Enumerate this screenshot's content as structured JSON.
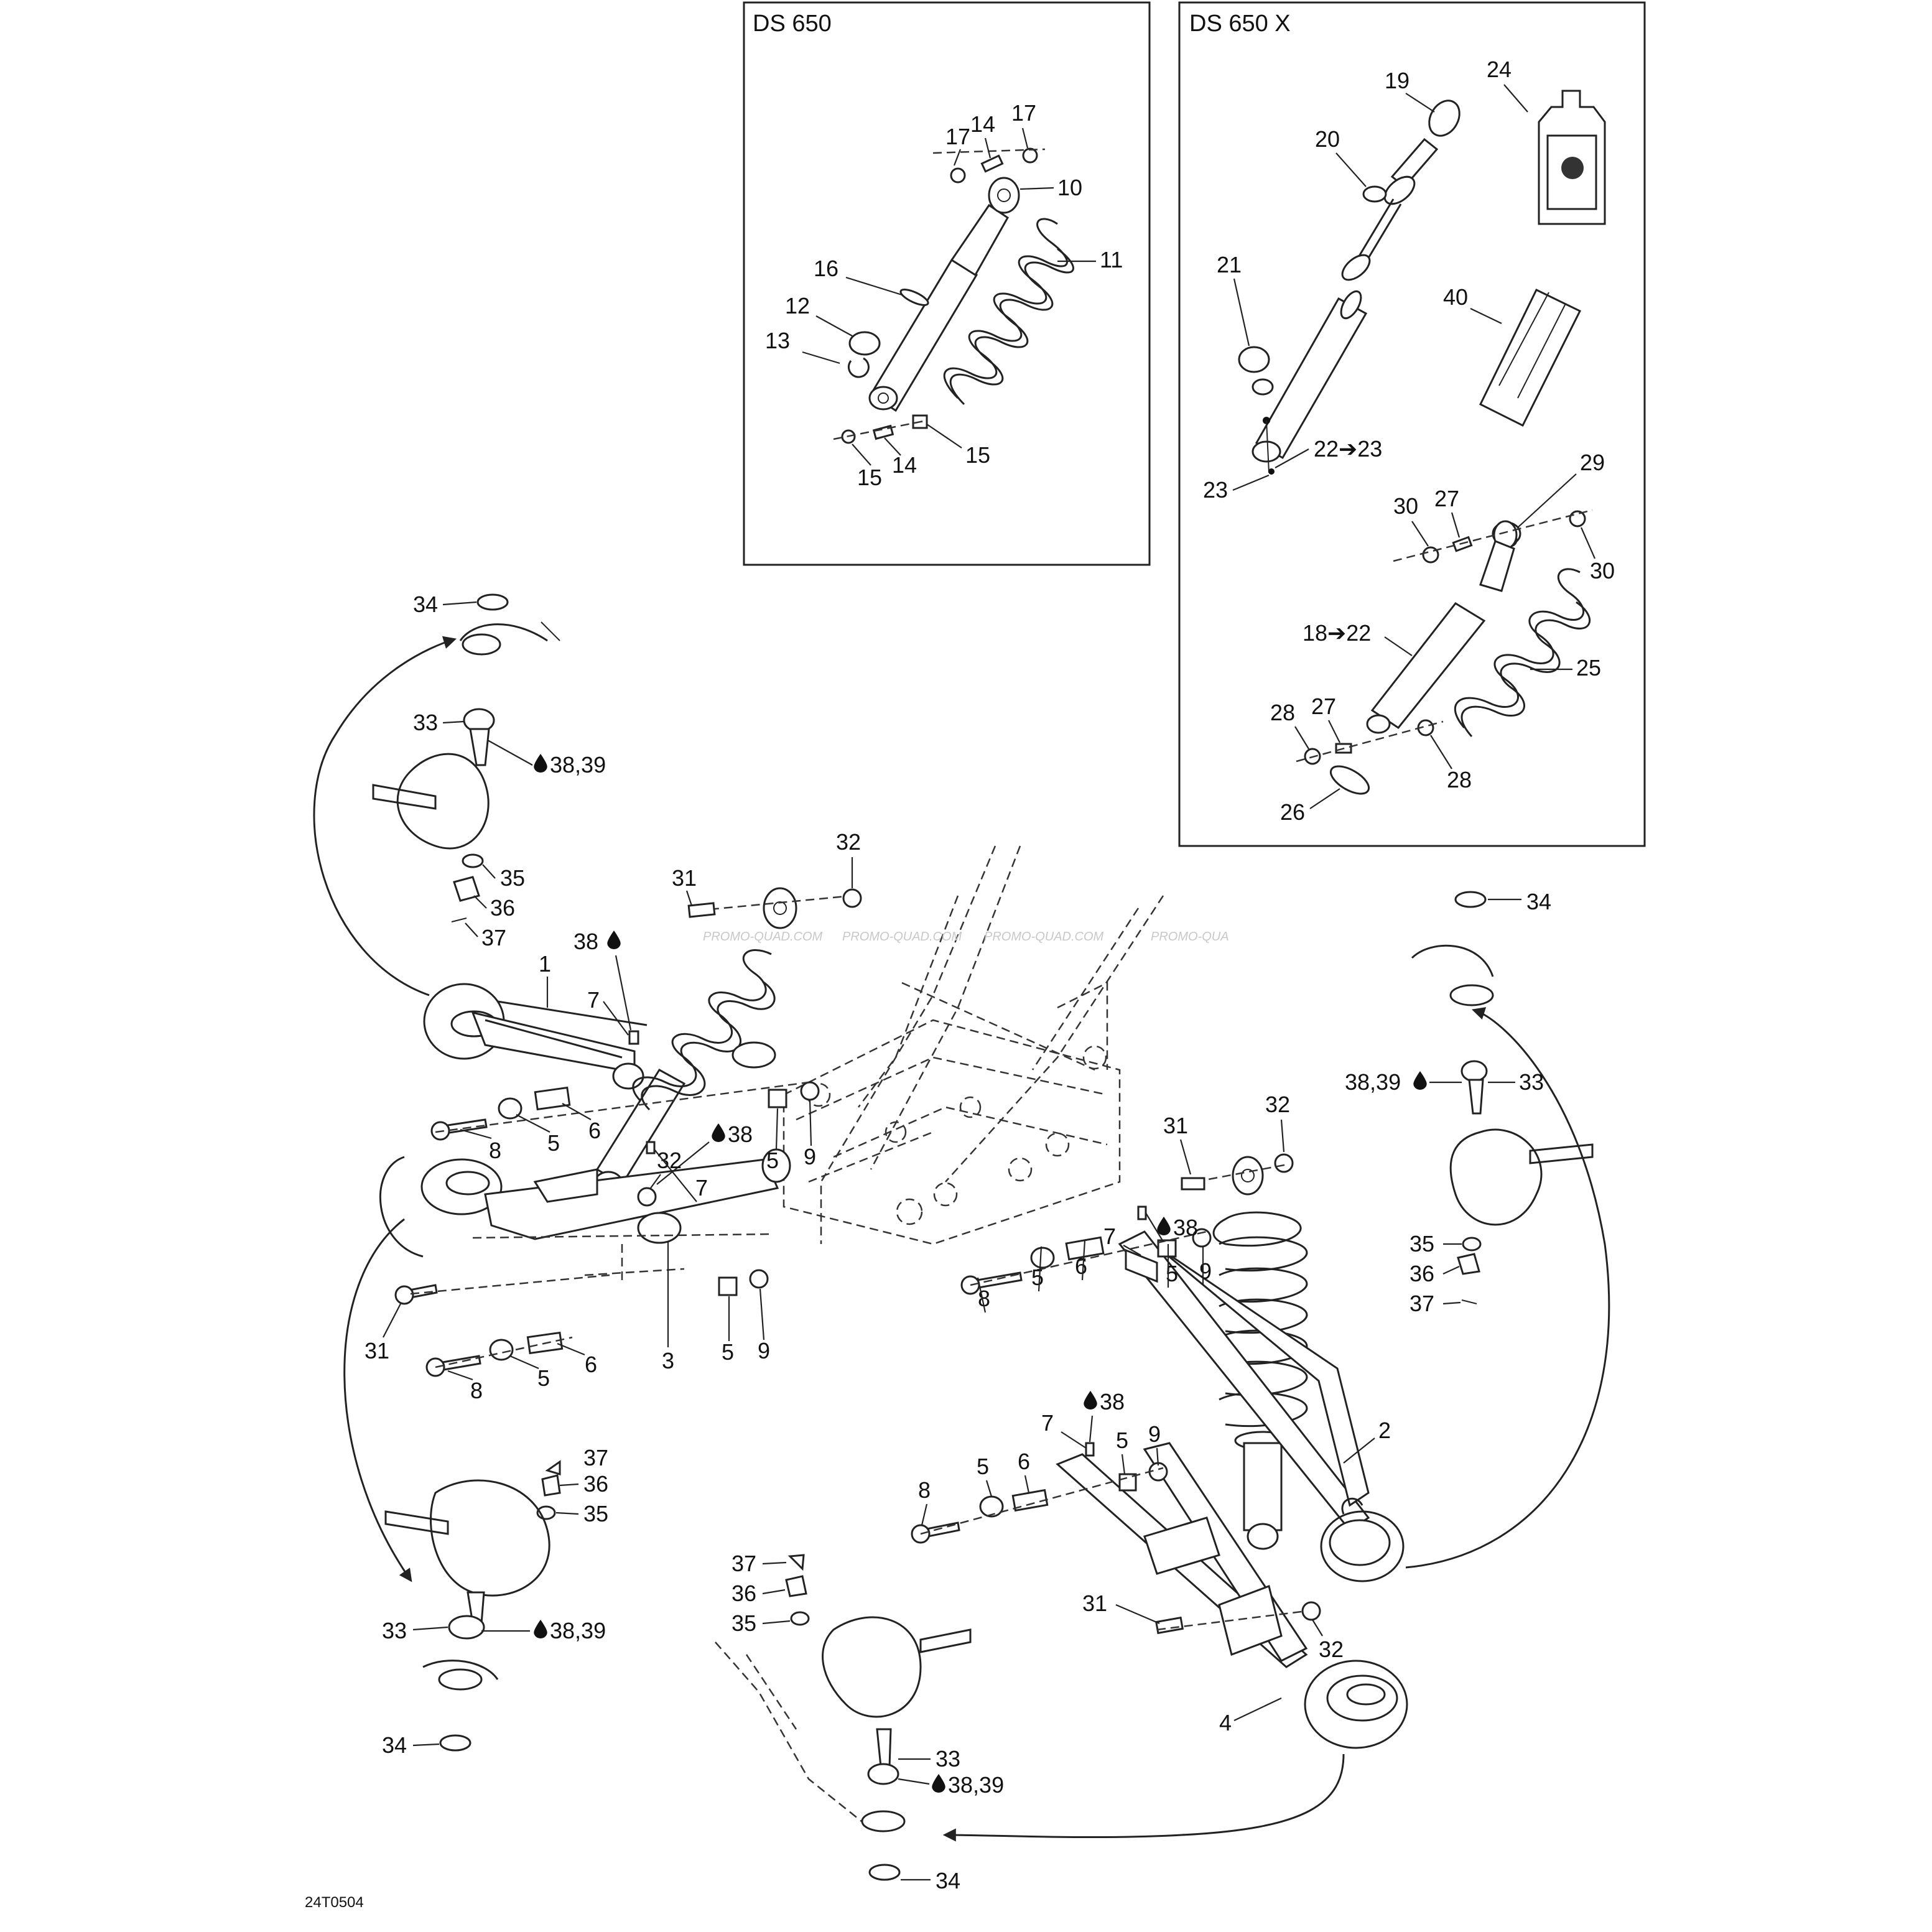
{
  "insets": {
    "ds650": {
      "title": "DS 650"
    },
    "ds650x": {
      "title": "DS 650 X"
    }
  },
  "callouts": {
    "c1": "1",
    "c2": "2",
    "c3": "3",
    "c4": "4",
    "c5a": "5",
    "c5b": "5",
    "c5c": "5",
    "c5d": "5",
    "c5e": "5",
    "c5f": "5",
    "c5g": "5",
    "c5h": "5",
    "c6a": "6",
    "c6b": "6",
    "c6c": "6",
    "c6d": "6",
    "c7a": "7",
    "c7b": "7",
    "c7c": "7",
    "c7d": "7",
    "c8a": "8",
    "c8b": "8",
    "c8c": "8",
    "c8d": "8",
    "c9a": "9",
    "c9b": "9",
    "c9c": "9",
    "c9d": "9",
    "c10": "10",
    "c11": "11",
    "c12": "12",
    "c13": "13",
    "c14a": "14",
    "c14b": "14",
    "c15a": "15",
    "c15b": "15",
    "c16": "16",
    "c17a": "17",
    "c17b": "17",
    "c18": "18➔22",
    "c19": "19",
    "c20": "20",
    "c21": "21",
    "c22": "22➔23",
    "c23": "23",
    "c24": "24",
    "c25": "25",
    "c26": "26",
    "c27a": "27",
    "c27b": "27",
    "c28a": "28",
    "c28b": "28",
    "c29": "29",
    "c30a": "30",
    "c30b": "30",
    "c31a": "31",
    "c31b": "31",
    "c31c": "31",
    "c31d": "31",
    "c32a": "32",
    "c32b": "32",
    "c32c": "32",
    "c32d": "32",
    "c33a": "33",
    "c33b": "33",
    "c33c": "33",
    "c33d": "33",
    "c34a": "34",
    "c34b": "34",
    "c34c": "34",
    "c34d": "34",
    "c35a": "35",
    "c35b": "35",
    "c35c": "35",
    "c35d": "35",
    "c36a": "36",
    "c36b": "36",
    "c36c": "36",
    "c36d": "36",
    "c37a": "37",
    "c37b": "37",
    "c37c": "37",
    "c37d": "37",
    "c38a": "38",
    "c38b": "38",
    "c38c": "38",
    "c38d": "38",
    "c3839a": "38,39",
    "c3839b": "38,39",
    "c3839c": "38,39",
    "c3839d": "38,39",
    "c40": "40"
  },
  "watermarks": [
    "PROMO-QUAD.COM",
    "PROMO-QUAD.COM",
    "PROMO-QUAD.COM",
    "PROMO-QUA"
  ],
  "drawing_code": "24T0504",
  "icons": {
    "lubricant": "droplet-icon",
    "arrow": "arrow-right-icon"
  }
}
